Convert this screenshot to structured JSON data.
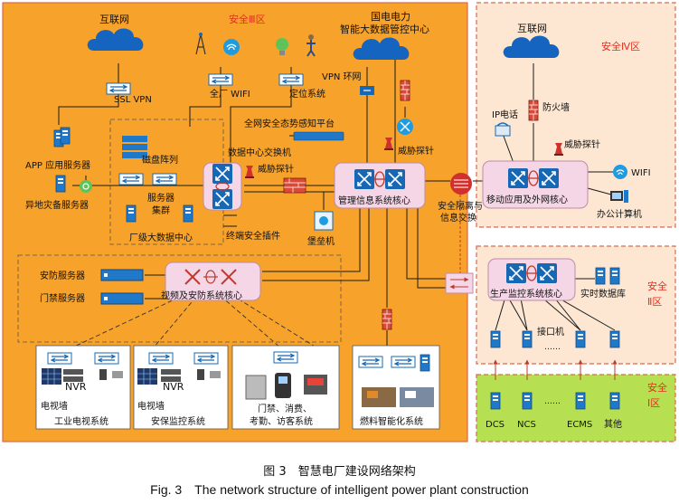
{
  "zones": {
    "zone3": "安全Ⅲ区",
    "zone4": "安全Ⅳ区",
    "zone2": "安全Ⅱ区",
    "zone1": "安全Ⅰ区"
  },
  "nodes": {
    "internet_left": "互联网",
    "internet_right": "互联网",
    "grid_center": "国电电力\n智能大数据管控中心",
    "ssl_vpn": "SSL VPN",
    "plant_wifi": "全厂 WIFI",
    "positioning": "定位系统",
    "vpn_ring": "VPN 环网",
    "situational": "全网安全态势感知平台",
    "app_server": "APP 应用服务器",
    "disaster_server": "异地灾备服务器",
    "disk_array": "磁盘阵列",
    "server_cluster": "服务器\n集群",
    "big_data": "厂级大数据中心",
    "dc_switch": "数据中心交换机",
    "threat_probe_1": "威胁探针",
    "threat_probe_2": "威胁探针",
    "threat_probe_3": "威胁探针",
    "endpoint_plugin": "终端安全插件",
    "mgmt_core": "管理信息系统核心",
    "bastion": "堡垒机",
    "isolation": "安全隔离与\n信息交换",
    "ip_phone": "IP电话",
    "firewall": "防火墙",
    "wifi": "WIFI",
    "office_pc": "办公计算机",
    "mobile_core": "移动应用及外网核心",
    "security_server": "安防服务器",
    "access_server": "门禁服务器",
    "video_core": "视频及安防系统核心",
    "prod_core": "生产监控系统核心",
    "rt_db": "实时数据库",
    "interface_machine": "接口机",
    "dots_1": "……",
    "dots_2": "……",
    "nvr_1": "NVR",
    "nvr_2": "NVR",
    "tv_wall_1": "电视墙",
    "tv_wall_2": "电视墙",
    "industrial_tv": "工业电视系统",
    "security_monitor": "安保监控系统",
    "access_system": "门禁、消费、\n考勤、访客系统",
    "fuel_system": "燃料智能化系统",
    "dcs": "DCS",
    "ncs": "NCS",
    "ecms": "ECMS",
    "other": "其他"
  },
  "caption": {
    "cn": "图 3　智慧电厂建设网络架构",
    "en": "Fig. 3　The network structure of intelligent power plant construction"
  },
  "colors": {
    "zone3_fill": "#f7a22a",
    "zone4_fill": "#fde7d2",
    "zone2_fill": "#fde7d2",
    "zone1_fill": "#b7df52",
    "zone_border": "#d96a50",
    "core_fill": "#f4d6e6",
    "switch_blue": "#1668b5",
    "server_blue": "#1f78c8",
    "firewall_red": "#c0392b",
    "cloud_blue": "#1565c0",
    "zone_label_red": "#e03020"
  }
}
